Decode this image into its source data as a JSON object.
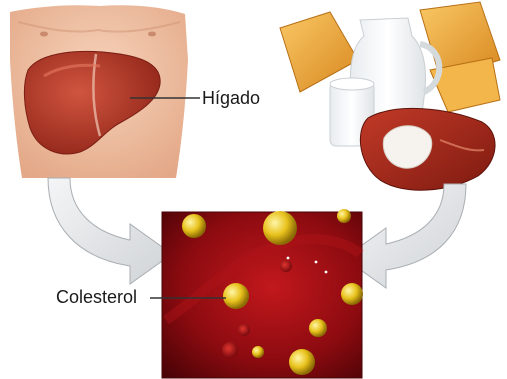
{
  "labels": {
    "liver": "Hígado",
    "cholesterol": "Colesterol"
  },
  "colors": {
    "skin": "#f2c4a6",
    "liver": "#b83a2a",
    "blood": "#9e0f14",
    "cholesterol_ball": "#e8c21c",
    "arrow": "#e6e8ea",
    "cheese": "#f0a93a",
    "milk": "#f7f7f4"
  },
  "icons": [
    "torso-with-liver-illustration",
    "dairy-and-meat-foods-illustration",
    "blood-vessel-with-cholesterol-illustration",
    "curved-arrow-left",
    "curved-arrow-right"
  ]
}
